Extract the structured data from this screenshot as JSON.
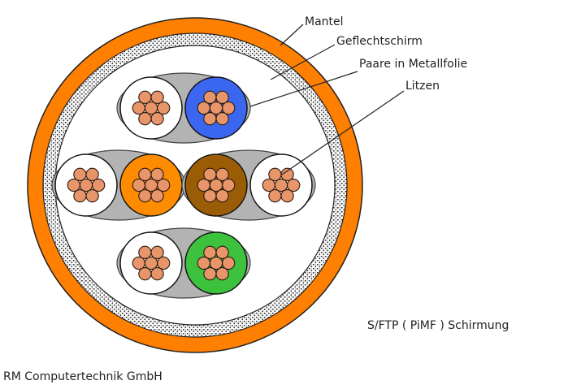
{
  "labels": {
    "mantel": "Mantel",
    "braid": "Geflechtschirm",
    "pairs": "Paare in Metallfolie",
    "strands": "Litzen"
  },
  "caption_shielding": "S/FTP ( PiMF ) Schirmung",
  "caption_company": "RM Computertechnik GmbH",
  "colors": {
    "jacket": "#ff7f00",
    "braid_dots": "#333333",
    "foil": "#b3b3b3",
    "strand": "#e8956a",
    "core_blue": "#3a66f0",
    "core_orange": "#ff8c00",
    "core_brown": "#9a5c05",
    "core_green": "#3cc23c",
    "core_white": "#ffffff"
  },
  "pairs": [
    {
      "name": "pair-blue",
      "cores": [
        "white",
        "blue"
      ]
    },
    {
      "name": "pair-orange",
      "cores": [
        "white",
        "orange"
      ]
    },
    {
      "name": "pair-brown",
      "cores": [
        "brown",
        "white"
      ]
    },
    {
      "name": "pair-green",
      "cores": [
        "white",
        "green"
      ]
    }
  ]
}
